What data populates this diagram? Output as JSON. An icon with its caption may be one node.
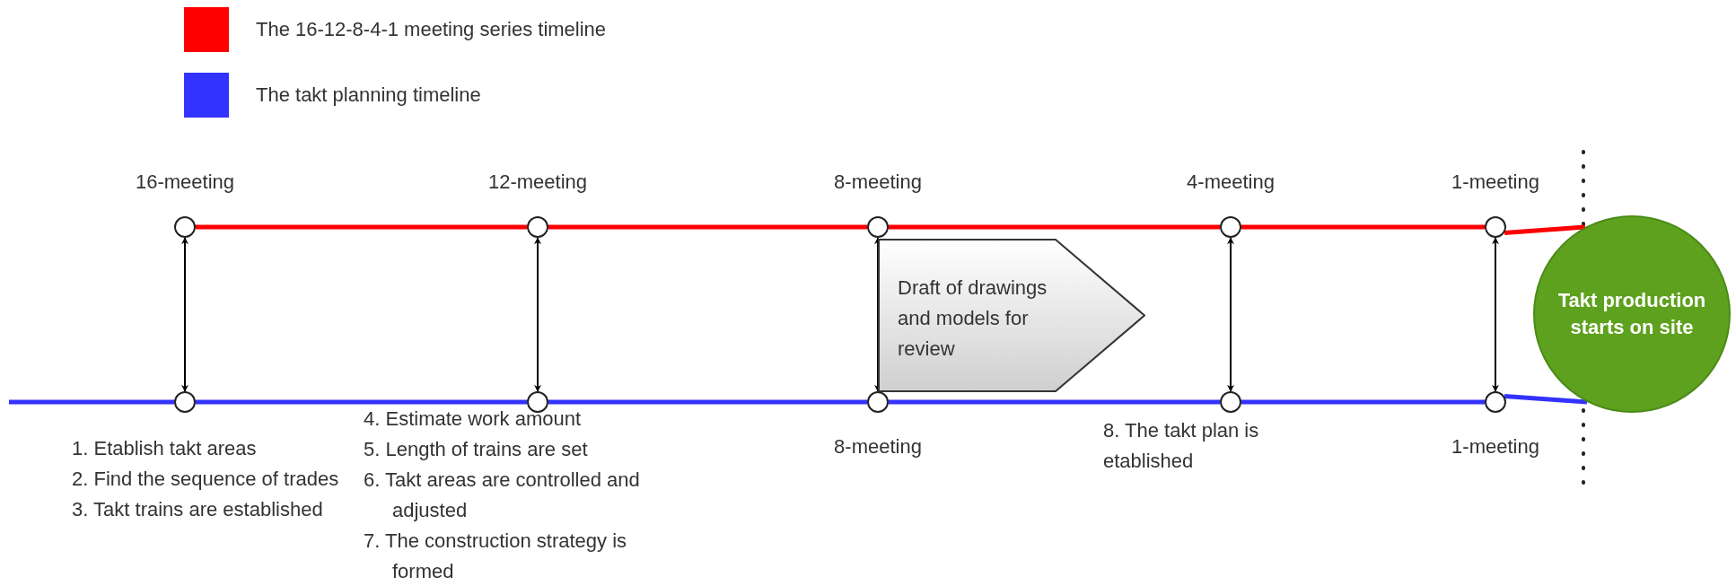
{
  "diagram": {
    "nodes": [
      {
        "text": [],
        "shape": "circle",
        "beside": [
          "16-meeting"
        ]
      },
      {
        "text": [],
        "shape": "circle",
        "beside": [
          "12-meeting"
        ]
      },
      {
        "text": [],
        "shape": "circle",
        "beside": [
          "8-meeting"
        ]
      },
      {
        "text": [],
        "shape": "circle",
        "beside": [
          "4-meeting"
        ]
      },
      {
        "text": [],
        "shape": "circle",
        "beside": [
          "1-meeting"
        ]
      },
      {
        "text": [
          "Draft of drawings and models for review"
        ]
      },
      {
        "text": [
          "Takt production starts on site"
        ]
      },
      {
        "text": [],
        "shape": "circle",
        "beside": [
          "1. Etablish takt areas",
          "2. Find the sequence of trades",
          "3. Takt trains are established"
        ]
      },
      {
        "text": [],
        "shape": "circle",
        "beside": [
          "4. Estimate work amount",
          "5. Length of trains are set",
          "6. Takt areas are controlled and adjusted",
          "7. The construction strategy is formed"
        ]
      },
      {
        "text": [],
        "shape": "circle",
        "beside": [
          "8-meeting"
        ]
      },
      {
        "text": [],
        "shape": "circle",
        "beside": [
          "8. The takt plan is etablished"
        ]
      },
      {
        "text": [],
        "shape": "circle",
        "beside": [
          "1-meeting"
        ]
      }
    ],
    "edges": [
      {
        "from": 0,
        "to": 1,
        "arrow": "none",
        "color": "#ff0000"
      },
      {
        "from": 1,
        "to": 2,
        "arrow": "none",
        "color": "#ff0000"
      },
      {
        "from": 2,
        "to": 3,
        "arrow": "none",
        "color": "#ff0000"
      },
      {
        "from": 3,
        "to": 4,
        "arrow": "none",
        "color": "#ff0000"
      },
      {
        "from": 4,
        "to": 6,
        "arrow": "none",
        "color": "#ff0000"
      },
      {
        "from": 0,
        "to": 7,
        "arrow": "both",
        "color": "#000000"
      },
      {
        "from": 1,
        "to": 8,
        "arrow": "both",
        "color": "#000000"
      },
      {
        "from": 2,
        "to": 9,
        "arrow": "both",
        "color": "#000000"
      },
      {
        "from": 3,
        "to": 10,
        "arrow": "both",
        "color": "#000000"
      },
      {
        "from": 4,
        "to": 11,
        "arrow": "both",
        "color": "#000000"
      },
      {
        "from": null,
        "to": 7,
        "arrow": "none",
        "color": "#3333ff"
      },
      {
        "from": 7,
        "to": 8,
        "arrow": "none",
        "color": "#3333ff"
      },
      {
        "from": 8,
        "to": 9,
        "arrow": "none",
        "color": "#3333ff"
      },
      {
        "from": 9,
        "to": 10,
        "arrow": "none",
        "color": "#3333ff"
      },
      {
        "from": 10,
        "to": 11,
        "arrow": "none",
        "color": "#3333ff"
      },
      {
        "from": 11,
        "to": 6,
        "arrow": "none",
        "color": "#3333ff"
      }
    ],
    "legend": [
      {
        "text": "The 16-12-8-4-1 meeting series timeline",
        "color": "#ff0000"
      },
      {
        "text": "The takt planning timeline",
        "color": "#3333ff"
      }
    ]
  }
}
